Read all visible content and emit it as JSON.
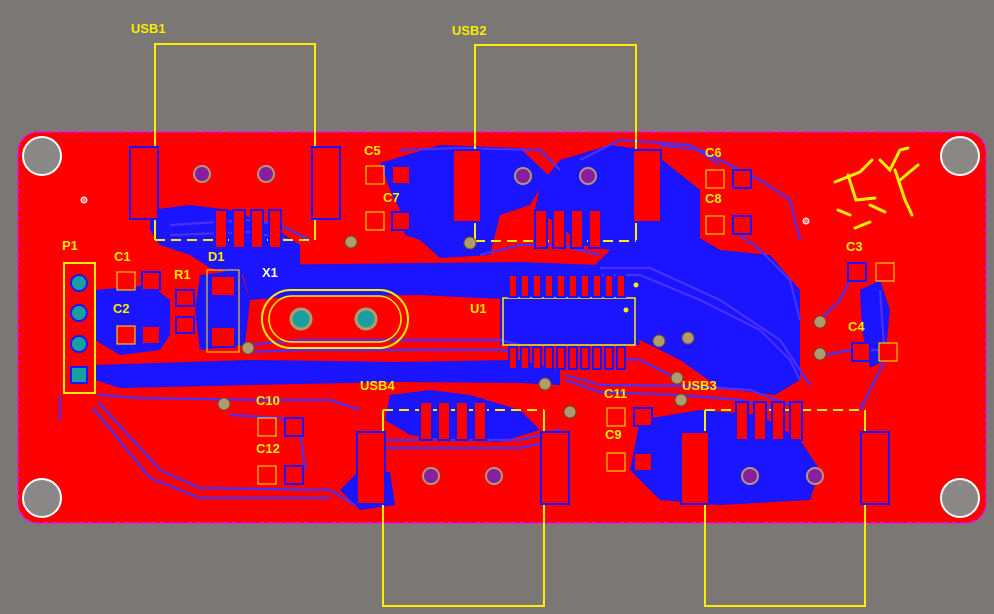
{
  "colors": {
    "background": "#7a7775",
    "board": "#ff0000",
    "board_outline": "#ff00ff",
    "bottom_copper": "#1a14ff",
    "silkscreen": "#ffee00",
    "via": "#b09a70",
    "hole": "#8a1ea0",
    "through_hole_pad": "#18a0a0"
  },
  "designators": {
    "usb1": "USB1",
    "usb2": "USB2",
    "usb3": "USB3",
    "usb4": "USB4",
    "p1": "P1",
    "c1": "C1",
    "c2": "C2",
    "c3": "C3",
    "c4": "C4",
    "c5": "C5",
    "c6": "C6",
    "c7": "C7",
    "c8": "C8",
    "c9": "C9",
    "c10": "C10",
    "c11": "C11",
    "c12": "C12",
    "r1": "R1",
    "d1": "D1",
    "x1": "X1",
    "u1": "U1"
  }
}
